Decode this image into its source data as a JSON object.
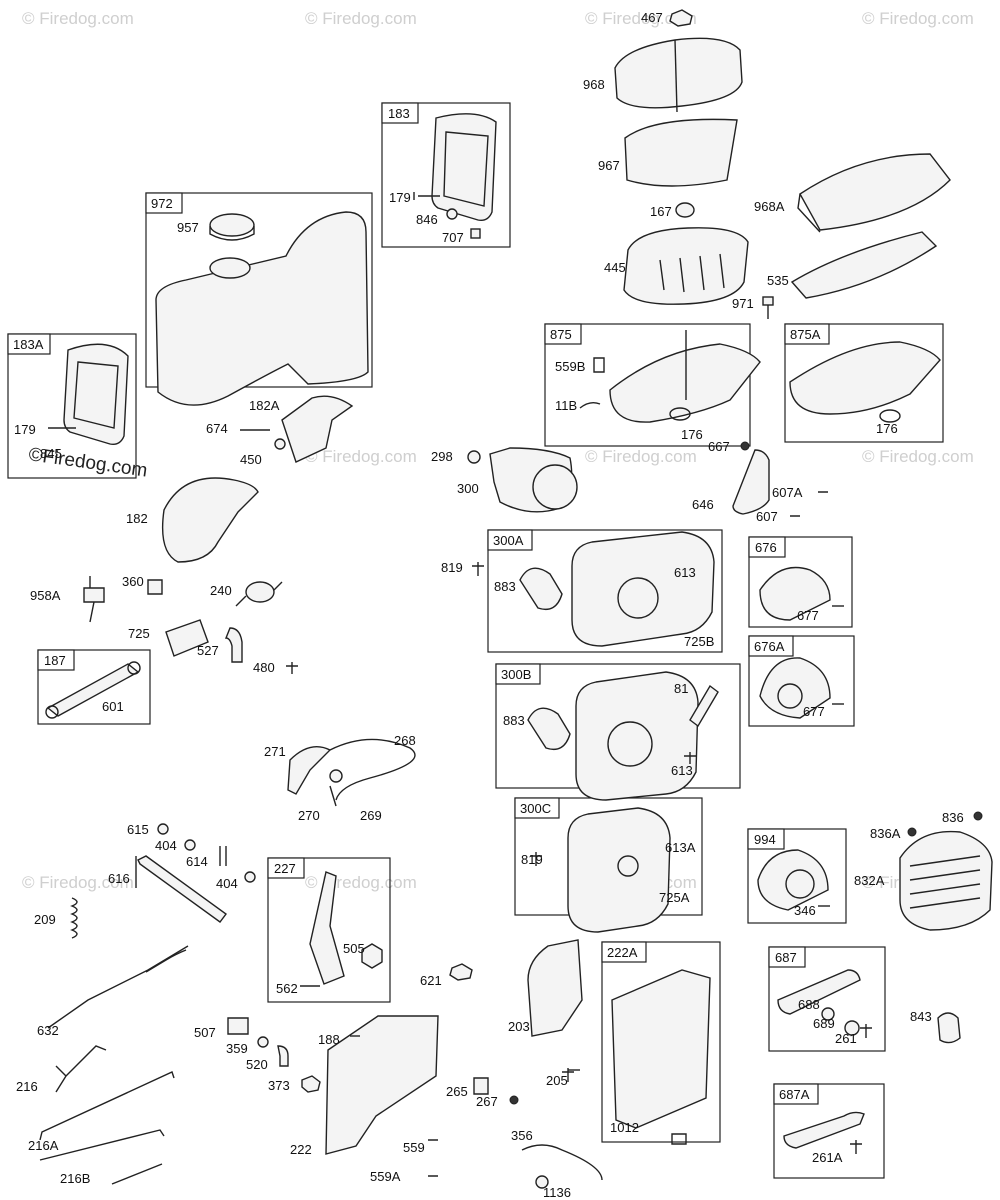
{
  "watermark": {
    "text": "© Firedog.com",
    "logo_text": "©Firedog.com"
  },
  "boxes": [
    {
      "id": "b972",
      "label": "972"
    },
    {
      "id": "b183",
      "label": "183"
    },
    {
      "id": "b183A",
      "label": "183A"
    },
    {
      "id": "b875",
      "label": "875"
    },
    {
      "id": "b875A",
      "label": "875A"
    },
    {
      "id": "b187",
      "label": "187"
    },
    {
      "id": "b300A",
      "label": "300A"
    },
    {
      "id": "b676",
      "label": "676"
    },
    {
      "id": "b300B",
      "label": "300B"
    },
    {
      "id": "b676A",
      "label": "676A"
    },
    {
      "id": "b300C",
      "label": "300C"
    },
    {
      "id": "b994",
      "label": "994"
    },
    {
      "id": "b227",
      "label": "227"
    },
    {
      "id": "b222A",
      "label": "222A"
    },
    {
      "id": "b687",
      "label": "687"
    },
    {
      "id": "b687A",
      "label": "687A"
    }
  ],
  "parts": [
    "467",
    "968",
    "967",
    "167",
    "968A",
    "535",
    "445",
    "971",
    "957",
    "183",
    "179",
    "846",
    "707",
    "183A",
    "179",
    "845",
    "674",
    "182A",
    "450",
    "875",
    "559B",
    "11B",
    "176",
    "176",
    "298",
    "300",
    "667",
    "646",
    "607A",
    "607",
    "182",
    "958A",
    "360",
    "240",
    "725",
    "527",
    "480",
    "819",
    "883",
    "613",
    "725B",
    "677",
    "601",
    "883",
    "81",
    "613",
    "677",
    "271",
    "268",
    "270",
    "269",
    "615",
    "404",
    "614",
    "616",
    "404",
    "209",
    "819",
    "613A",
    "725A",
    "836A",
    "836",
    "832A",
    "346",
    "505",
    "562",
    "621",
    "203",
    "632",
    "507",
    "359",
    "520",
    "188",
    "373",
    "205",
    "265",
    "267",
    "222",
    "559",
    "559A",
    "216",
    "216A",
    "216B",
    "356",
    "1136",
    "1012",
    "843",
    "688",
    "689",
    "261",
    "261A"
  ]
}
